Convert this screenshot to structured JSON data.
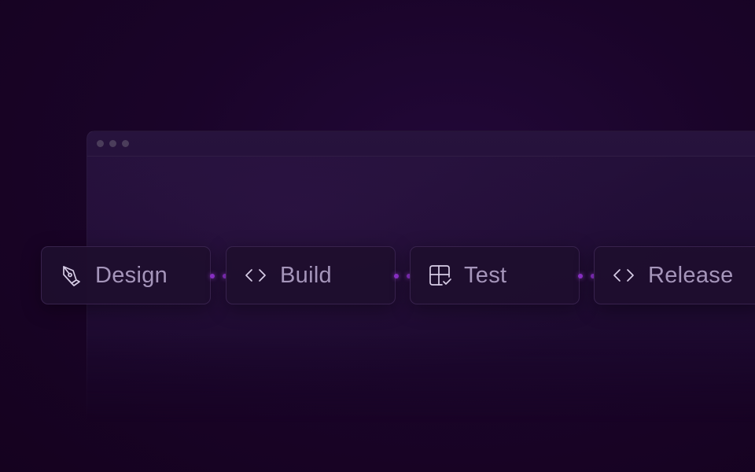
{
  "window": {
    "controls": [
      "dot",
      "dot",
      "dot"
    ]
  },
  "pipeline": {
    "steps": [
      {
        "label": "Design",
        "icon": "pen-tool-icon"
      },
      {
        "label": "Build",
        "icon": "code-icon"
      },
      {
        "label": "Test",
        "icon": "layout-check-icon"
      },
      {
        "label": "Release",
        "icon": "code-icon"
      }
    ]
  },
  "colors": {
    "background": "#180326",
    "card_border": "#5a3f73",
    "label": "#a595ba",
    "icon": "#d7cde6",
    "connector": "#8a2fc7"
  }
}
